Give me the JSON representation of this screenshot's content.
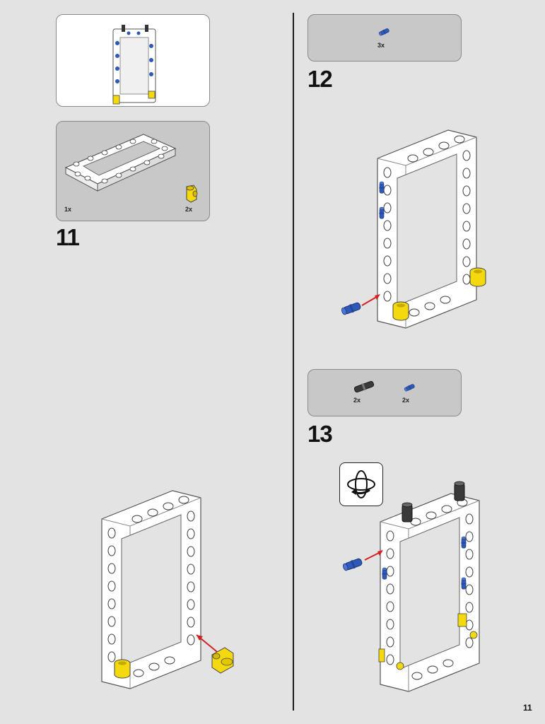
{
  "page": {
    "number": "11"
  },
  "left_column": {
    "preview_panel": {
      "name": "subassembly preview"
    },
    "parts_panel": {
      "parts": [
        {
          "icon": "frame-icon",
          "qty": "1x"
        },
        {
          "icon": "yellow-connector-icon",
          "qty": "2x"
        }
      ]
    },
    "step": {
      "number": "11"
    }
  },
  "right_column": {
    "step12": {
      "parts": [
        {
          "icon": "blue-pin-icon",
          "qty": "3x"
        }
      ],
      "number": "12"
    },
    "step13": {
      "parts": [
        {
          "icon": "black-axle-pin-icon",
          "qty": "2x"
        },
        {
          "icon": "blue-pin-icon",
          "qty": "2x"
        }
      ],
      "number": "13",
      "rotate_icon": "rotate-model-icon"
    }
  },
  "colors": {
    "background": "#e3e3e3",
    "panel_grey": "#c8c8c8",
    "brick_white": "#ffffff",
    "brick_yellow": "#f5d90f",
    "pin_blue": "#2f59b8",
    "pin_black": "#3a3a3a",
    "arrow_red": "#d42020"
  }
}
